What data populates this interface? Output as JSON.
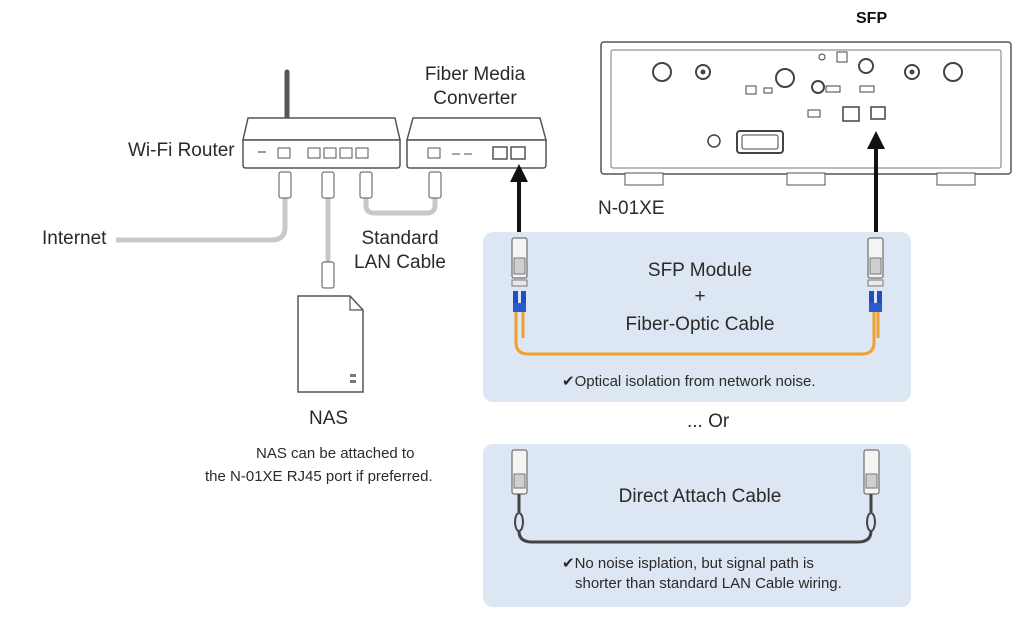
{
  "devices": {
    "router_label": "Wi-Fi Router",
    "converter_label_line1": "Fiber Media",
    "converter_label_line2": "Converter",
    "nas_label": "NAS",
    "nas_note_line1": "NAS can be attached to",
    "nas_note_line2": "the N-01XE RJ45 port if preferred.",
    "player_label": "N-01XE",
    "sfp_label": "SFP"
  },
  "cables": {
    "internet_label": "Internet",
    "lan_label_line1": "Standard",
    "lan_label_line2": "LAN Cable"
  },
  "options": {
    "fiber": {
      "title_line1": "SFP Module",
      "title_plus": "+",
      "title_line2": "Fiber-Optic Cable",
      "check": "✔",
      "note": "Optical isolation from network noise."
    },
    "separator": "... Or",
    "dac": {
      "title": "Direct Attach Cable",
      "check": "✔",
      "note_line1": "No noise isplation, but signal path is",
      "note_line2": "shorter than standard LAN Cable wiring."
    }
  },
  "colors": {
    "panel_fill": "#dde6f3",
    "fiber_cable": "#f0a030",
    "lc_connector": "#1f4fbf",
    "lan_cable": "#c8c8c8",
    "dac_cable": "#444444",
    "outline": "#555555"
  }
}
